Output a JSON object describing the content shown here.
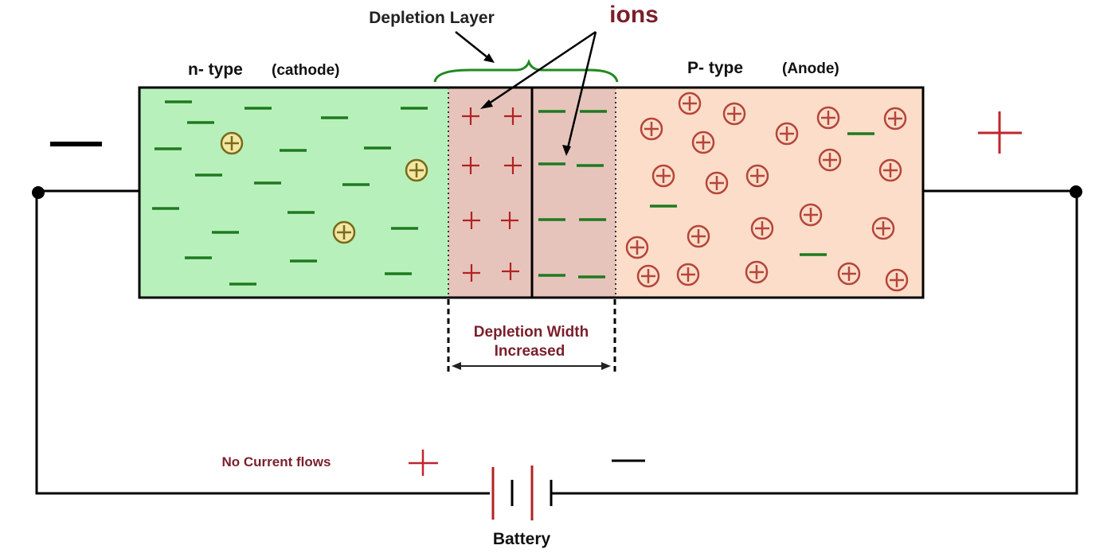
{
  "labels": {
    "depletion_layer": "Depletion Layer",
    "ions": "ions",
    "n_type": "n- type",
    "n_type_sub": "(cathode)",
    "p_type": "P- type",
    "p_type_sub": "(Anode)",
    "depletion_width_line1": "Depletion Width",
    "depletion_width_line2": "Increased",
    "no_current": "No Current flows",
    "battery": "Battery"
  },
  "symbols": {
    "plus": "+",
    "minus": "—"
  },
  "colors": {
    "n_region": "#b8f0bc",
    "depletion_region": "#e6c4bc",
    "p_region": "#fbddc9",
    "minus_carrier": "#1f7a1f",
    "plus_ion": "#b22222",
    "hole": "#b5463a",
    "label_maroon": "#7a1f2b",
    "wire": "#000000",
    "brace": "#1f8a1f"
  }
}
